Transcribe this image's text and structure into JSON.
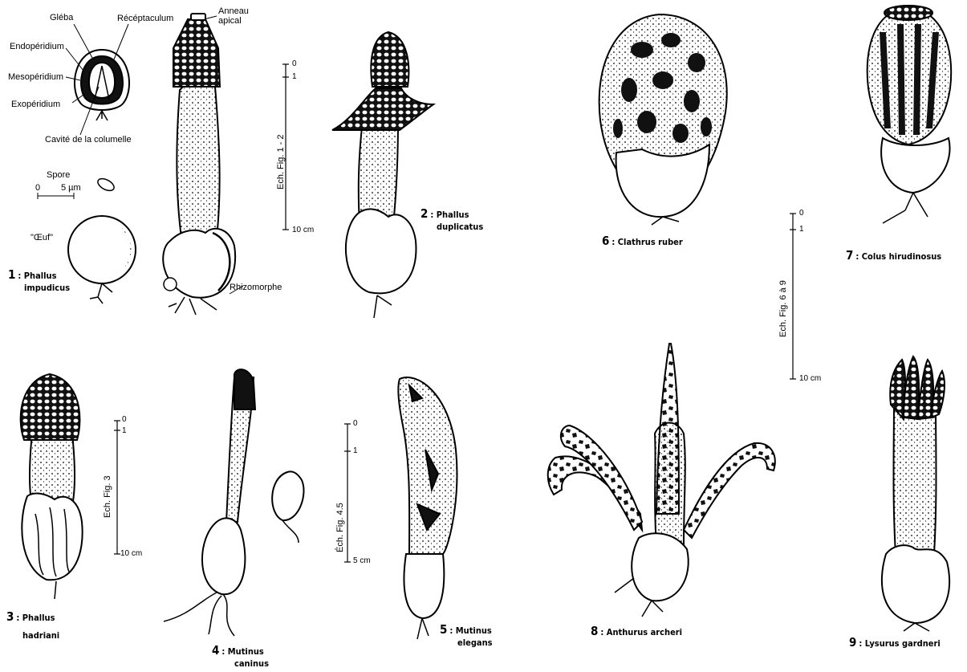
{
  "labels": {
    "gleba": "Gléba",
    "receptaculum": "Récéptaculum",
    "anneau_apical": "Anneau apical",
    "endoperidium": "Endopéridium",
    "mesoperidium": "Mesopéridium",
    "exoperidium": "Exopéridium",
    "cavite": "Cavité de la columelle",
    "spore": "Spore",
    "spore_scale_0": "0",
    "spore_scale_5": "5 µm",
    "oeuf": "\"Œuf\"",
    "rhizomorphe": "Rhizomorphe"
  },
  "figures": [
    {
      "num": "1",
      "line1": "Phallus",
      "line2": "impudicus"
    },
    {
      "num": "2",
      "line1": "Phallus",
      "line2": "duplicatus"
    },
    {
      "num": "3",
      "line1": "Phallus",
      "line2": "hadriani"
    },
    {
      "num": "4",
      "line1": "Mutinus",
      "line2": "caninus"
    },
    {
      "num": "5",
      "line1": "Mutinus",
      "line2": "elegans"
    },
    {
      "num": "6",
      "line1": "Clathrus ruber",
      "line2": ""
    },
    {
      "num": "7",
      "line1": "Colus hirudinosus",
      "line2": ""
    },
    {
      "num": "8",
      "line1": "Anthurus archeri",
      "line2": ""
    },
    {
      "num": "9",
      "line1": "Lysurus gardneri",
      "line2": ""
    }
  ],
  "scales": [
    {
      "title": "Ech. Fig. 1 - 2",
      "t0": "0",
      "t1": "1",
      "t2": "10 cm"
    },
    {
      "title": "Ech. Fig. 3",
      "t0": "0",
      "t1": "1",
      "t2": "10 cm"
    },
    {
      "title": "Éch. Fig. 4.5",
      "t0": "0",
      "t1": "1",
      "t2": "5 cm"
    },
    {
      "title": "Ech. Fig. 6 à 9",
      "t0": "0",
      "t1": "1",
      "t2": "10 cm"
    }
  ],
  "colors": {
    "ink": "#000000",
    "paper": "#ffffff",
    "shade": "#1a1a1a"
  }
}
